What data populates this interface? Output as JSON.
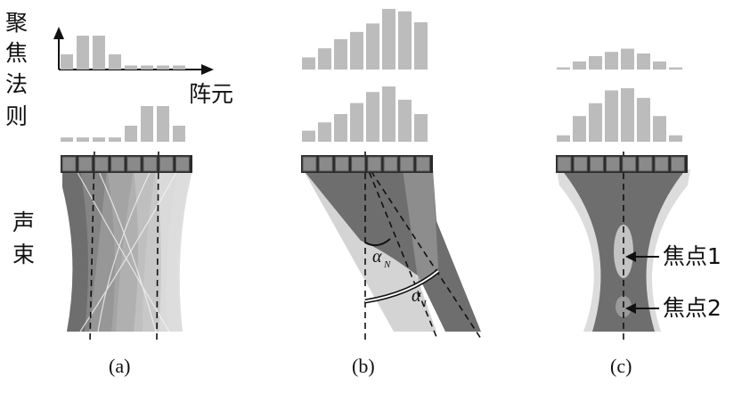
{
  "labels": {
    "focal_law": [
      "聚",
      "焦",
      "法",
      "则"
    ],
    "array_element": "阵元",
    "beam": [
      "声",
      "束"
    ],
    "alpha": "α",
    "alpha_n_sub": "N",
    "alpha_i_sub": "I",
    "focus1": "焦点1",
    "focus2": "焦点2"
  },
  "captions": [
    "(a)",
    "(b)",
    "(c)"
  ],
  "histograms": {
    "a_top": [
      0.45,
      1.0,
      1.0,
      0.45,
      0.12,
      0.12,
      0.12,
      0.12
    ],
    "a_bottom": [
      0.12,
      0.12,
      0.12,
      0.12,
      0.45,
      1.0,
      1.0,
      0.45
    ],
    "b_top": [
      0.2,
      0.35,
      0.5,
      0.62,
      0.76,
      1.0,
      0.96,
      0.78
    ],
    "b_bottom": [
      0.2,
      0.35,
      0.5,
      0.7,
      0.9,
      1.0,
      0.76,
      0.5
    ],
    "c_top": [
      0.08,
      0.3,
      0.5,
      0.66,
      0.78,
      0.6,
      0.3,
      0.08
    ],
    "c_bottom": [
      0.12,
      0.48,
      0.72,
      0.96,
      1.0,
      0.82,
      0.48,
      0.12
    ]
  },
  "colors": {
    "bar": "#bcbcbc",
    "element_fill": "#8a8a8a",
    "element_stroke": "#2a2a2a",
    "beam_dark": "#6e6e6e",
    "beam_mid": "#9a9a9a",
    "beam_light": "#d2d2d2",
    "beam_lightest": "#e8e8e8",
    "focus_spot": "#c4c4c4"
  }
}
